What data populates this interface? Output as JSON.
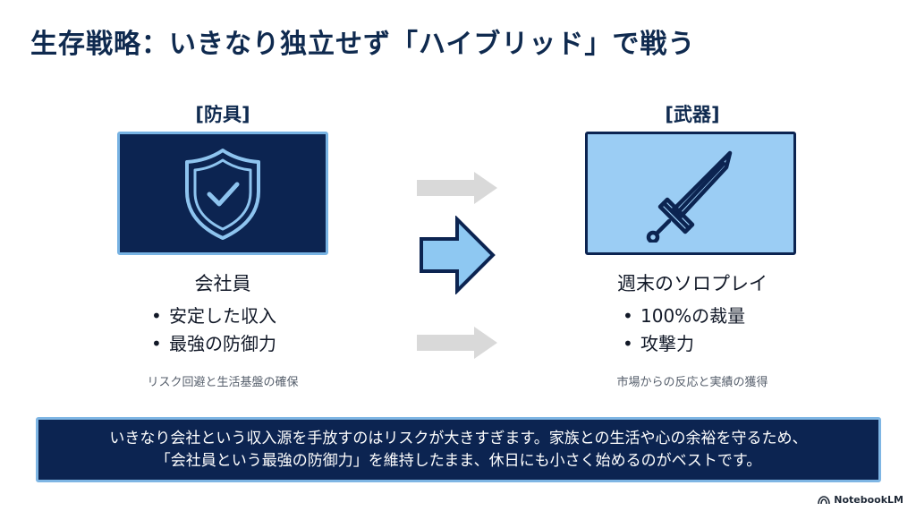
{
  "title": "生存戦略：いきなり独立せず「ハイブリッド」で戦う",
  "left": {
    "heading": "[防具]",
    "icon": "shield-check-icon",
    "label": "会社員",
    "bullets": [
      "安定した収入",
      "最強の防御力"
    ],
    "caption": "リスク回避と生活基盤の確保"
  },
  "right": {
    "heading": "[武器]",
    "icon": "sword-icon",
    "label": "週末のソロプレイ",
    "bullets": [
      "100%の裁量",
      "攻撃力"
    ],
    "caption": "市場からの反応と実績の獲得"
  },
  "arrows": [
    "arrow-right-icon",
    "arrow-right-icon",
    "arrow-right-icon"
  ],
  "message": {
    "line1": "いきなり会社という収入源を手放すのはリスクが大きすぎます。家族との生活や心の余裕を守るため、",
    "line2": "「会社員という最強の防御力」を維持したまま、休日にも小さく始めるのがベストです。"
  },
  "brand": "NotebookLM",
  "colors": {
    "navy": "#0c2451",
    "light_blue": "#9bcdf4",
    "border_blue": "#78b3e3",
    "arrow_gray": "#d9d9d9"
  }
}
